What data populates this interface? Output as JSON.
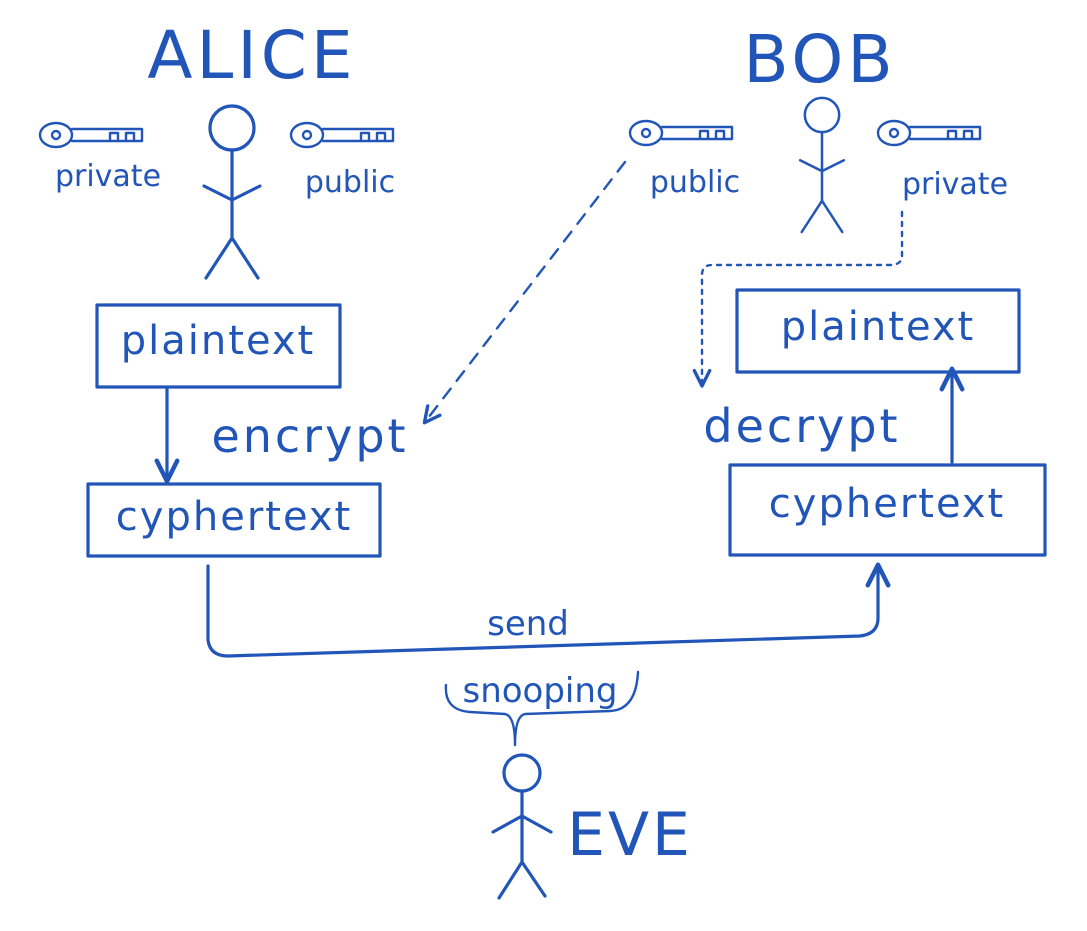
{
  "alice": {
    "name": "ALICE",
    "private_key_label": "private",
    "public_key_label": "public",
    "plaintext_label": "plaintext",
    "action_label": "encrypt",
    "cyphertext_label": "cyphertext"
  },
  "bob": {
    "name": "BOB",
    "public_key_label": "public",
    "private_key_label": "private",
    "plaintext_label": "plaintext",
    "action_label": "decrypt",
    "cyphertext_label": "cyphertext"
  },
  "channel": {
    "send_label": "send",
    "snooping_label": "snooping"
  },
  "eve": {
    "name": "EVE"
  },
  "ink_color": "#2255b8"
}
